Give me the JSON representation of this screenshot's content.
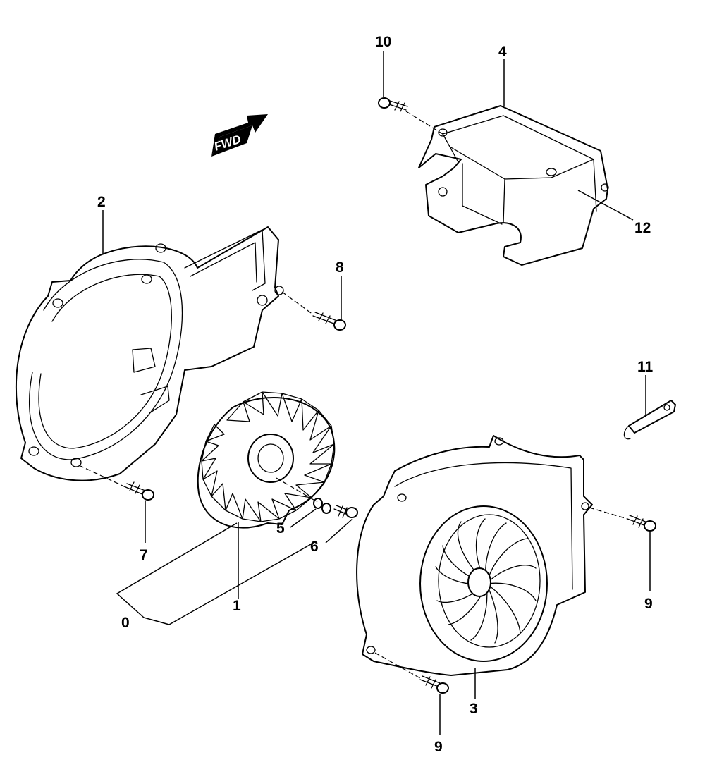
{
  "diagram": {
    "fwd_label": "FWD",
    "callouts": {
      "c0": "0",
      "c1": "1",
      "c2": "2",
      "c3": "3",
      "c4": "4",
      "c5": "5",
      "c6": "6",
      "c7": "7",
      "c8": "8",
      "c9a": "9",
      "c9b": "9",
      "c10": "10",
      "c11": "11",
      "c12": "12"
    }
  }
}
